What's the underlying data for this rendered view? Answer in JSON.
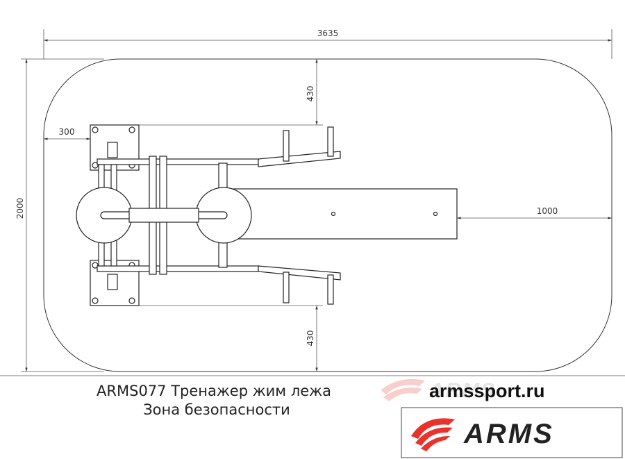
{
  "drawing": {
    "dimensions": {
      "total_width": "3635",
      "total_height": "2000",
      "left_offset": "300",
      "top_clearance": "430",
      "bottom_clearance": "430",
      "right_clearance": "1000"
    },
    "title_line1": "ARMS077 Тренажер жим лежа",
    "title_line2": "Зона безопасности"
  },
  "branding": {
    "site": "armssport.ru",
    "logo_text": "ARMS",
    "logo_ghost_text": "ARMS",
    "accent_color": "#e8322a"
  },
  "icons": {
    "logo_mark": "arms-swoosh-icon"
  }
}
